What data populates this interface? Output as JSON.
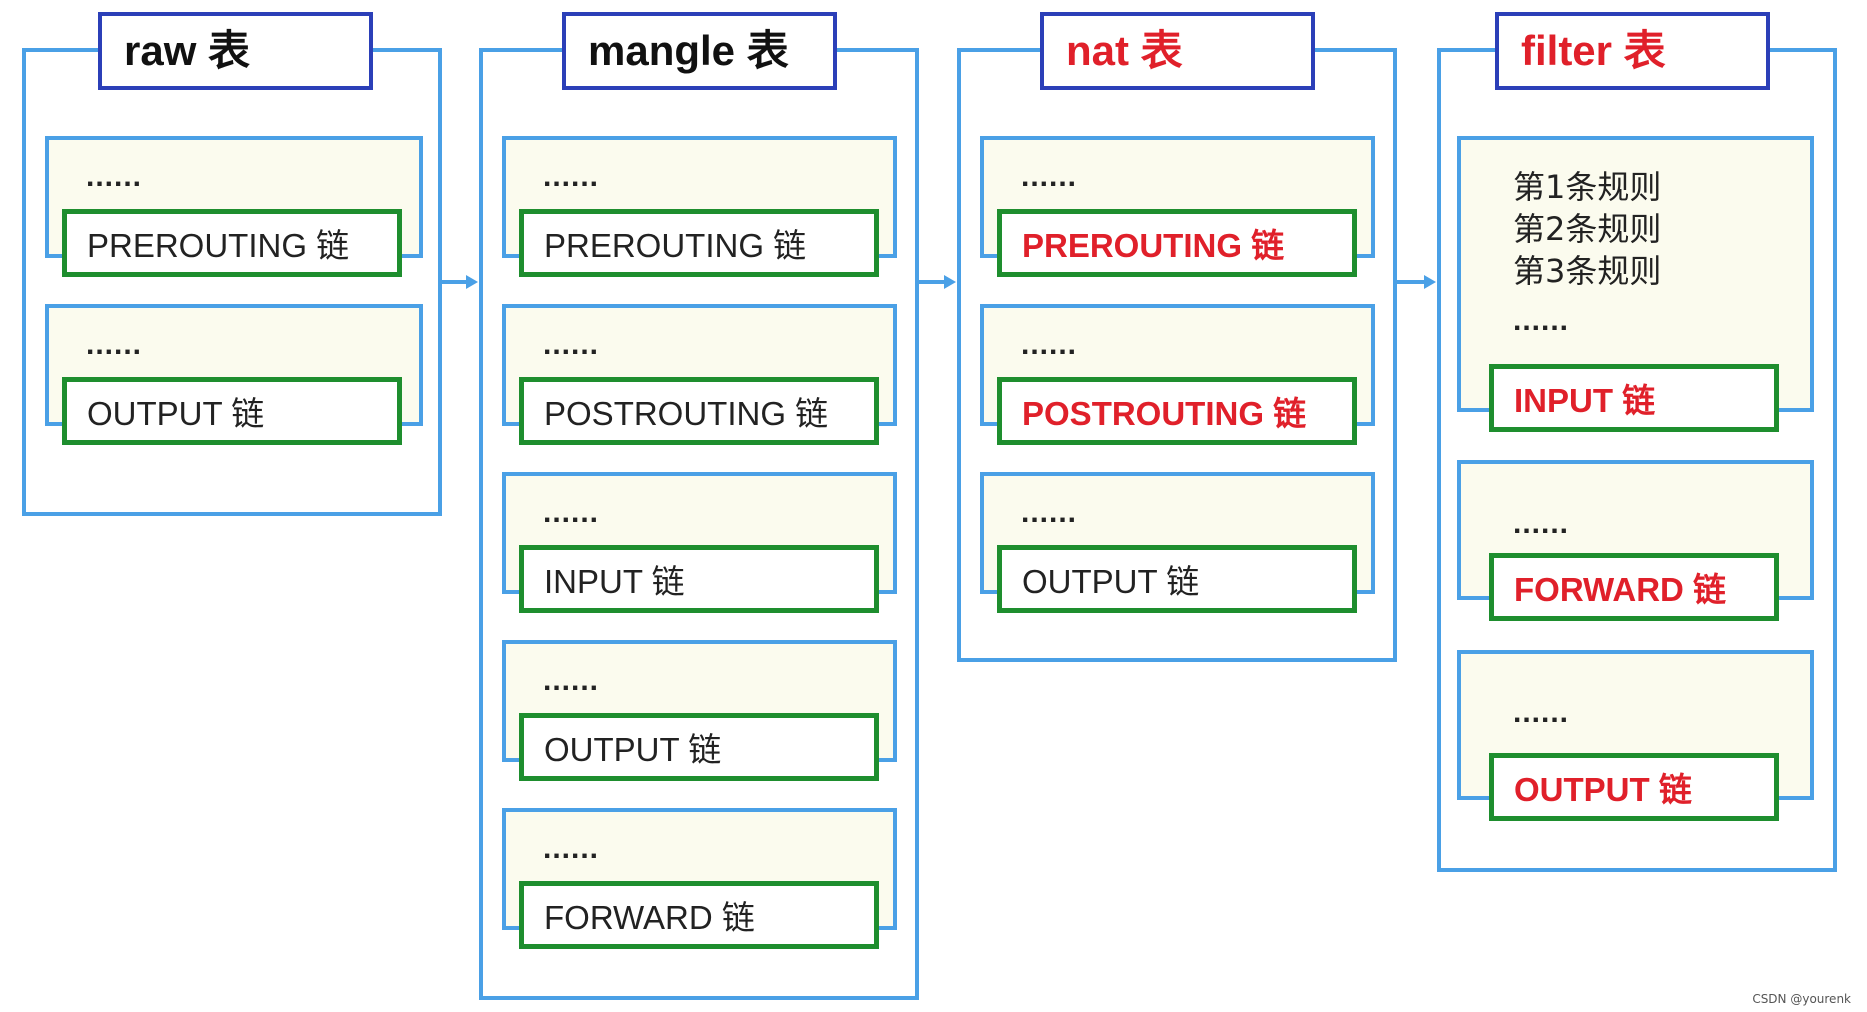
{
  "raw": {
    "title": "raw 表",
    "chains": [
      {
        "dots": "......",
        "label": "PREROUTING 链"
      },
      {
        "dots": "......",
        "label": "OUTPUT 链"
      }
    ]
  },
  "mangle": {
    "title": "mangle 表",
    "chains": [
      {
        "dots": "......",
        "label": "PREROUTING 链"
      },
      {
        "dots": "......",
        "label": "POSTROUTING 链"
      },
      {
        "dots": "......",
        "label": "INPUT 链"
      },
      {
        "dots": "......",
        "label": "OUTPUT 链"
      },
      {
        "dots": "......",
        "label": "FORWARD 链"
      }
    ]
  },
  "nat": {
    "title": "nat 表",
    "chains": [
      {
        "dots": "......",
        "label": "PREROUTING 链"
      },
      {
        "dots": "......",
        "label": "POSTROUTING 链"
      },
      {
        "dots": "......",
        "label": "OUTPUT 链"
      }
    ]
  },
  "filter": {
    "title": "filter 表",
    "rules": [
      "第1条规则",
      "第2条规则",
      "第3条规则"
    ],
    "chains": [
      {
        "dots": "......",
        "label": "INPUT 链"
      },
      {
        "dots": "......",
        "label": "FORWARD 链"
      },
      {
        "dots": "......",
        "label": "OUTPUT 链"
      }
    ]
  },
  "watermark": "CSDN @yourenk",
  "colors": {
    "table_border": "#4aa0e6",
    "title_border": "#2b3fb8",
    "chain_border": "#1e8e2e",
    "highlight_text": "#e0202a"
  }
}
